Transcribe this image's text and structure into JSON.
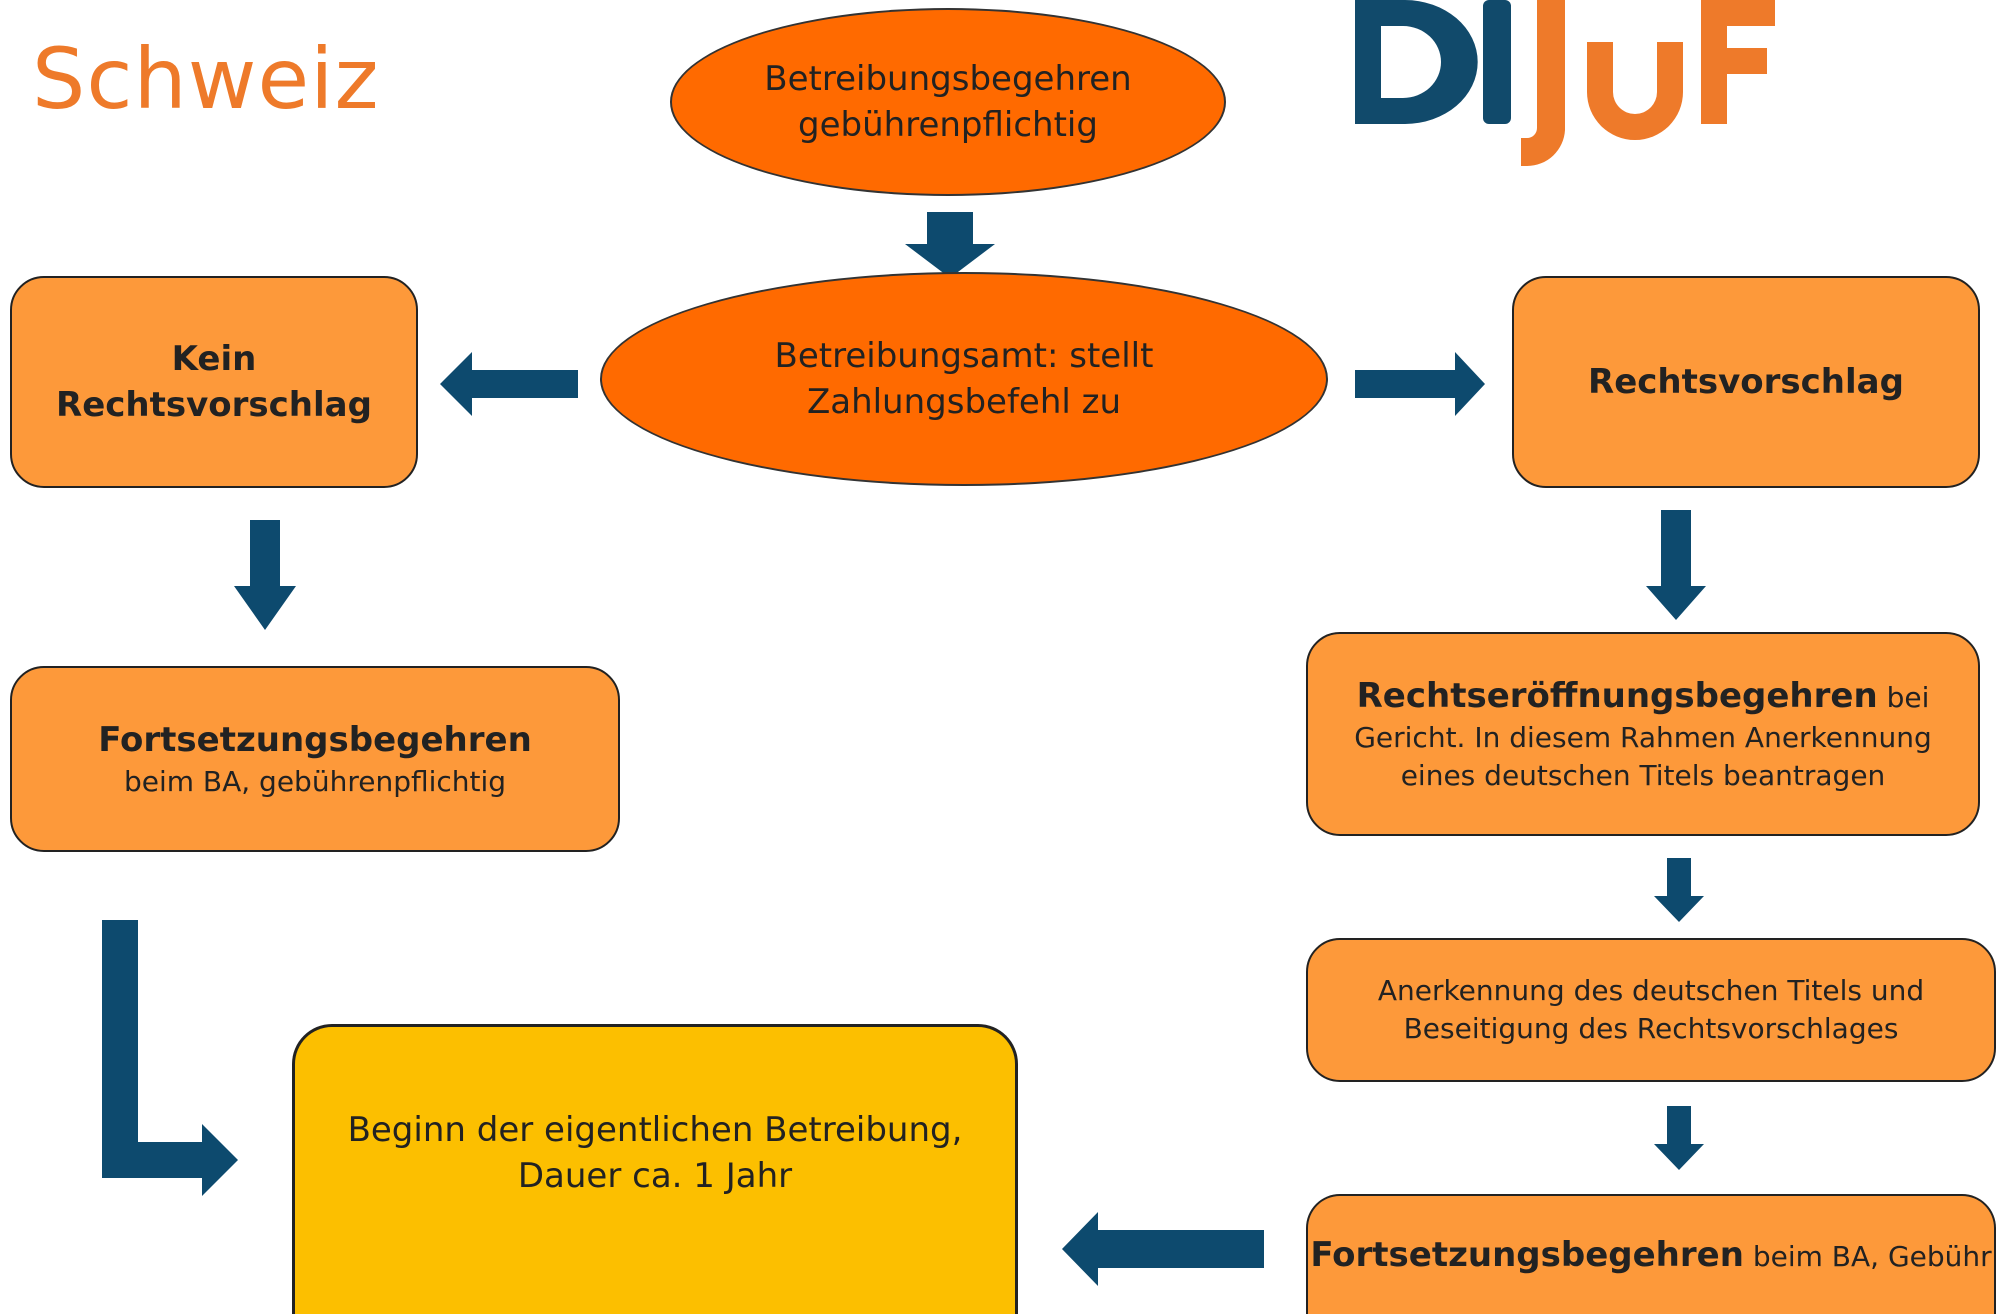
{
  "title": "Schweiz",
  "logo": {
    "letters": [
      "D",
      "I",
      "J",
      "u",
      "F"
    ],
    "colors": {
      "blue": "#114a6b",
      "orange": "#ee7a2a"
    }
  },
  "nodes": {
    "start": {
      "line1": "Betreibungsbegehren",
      "line2": "gebührenpflichtig"
    },
    "service": {
      "line1": "Betreibungsamt: stellt",
      "line2": "Zahlungsbefehl zu"
    },
    "no_objection": {
      "line1": "Kein",
      "line2": "Rechtsvorschlag"
    },
    "objection": {
      "label": "Rechtsvorschlag"
    },
    "continuation_left": {
      "title": "Fortsetzungsbegehren",
      "detail": "beim BA, gebührenpflichtig"
    },
    "opening_request": {
      "title": "Rechtseröffnungsbegehren",
      "title_suffix": " bei",
      "line2": "Gericht. In diesem Rahmen Anerkennung",
      "line3": "eines deutschen Titels beantragen"
    },
    "recognition": {
      "line1": "Anerkennung des deutschen Titels und",
      "line2": "Beseitigung des Rechtsvorschlages"
    },
    "continuation_right": {
      "title": "Fortsetzungsbegehren",
      "detail": " beim BA, Gebühr"
    },
    "enforcement": {
      "line1": "Beginn der eigentlichen Betreibung,",
      "line2": "Dauer ca. 1 Jahr"
    }
  },
  "colors": {
    "ellipse_fill": "#ff6a00",
    "box_fill": "#fd993a",
    "final_fill": "#fcbf00",
    "arrow": "#0d4a6e",
    "title": "#ee7a2a"
  }
}
